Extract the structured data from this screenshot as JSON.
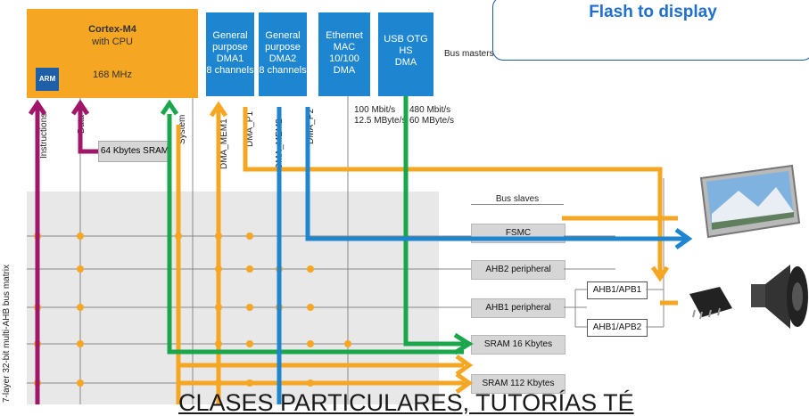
{
  "callout": {
    "title": "Flash to display"
  },
  "cpu": {
    "name": "Cortex-M4",
    "subtitle": "with CPU",
    "freq": "168 MHz",
    "logo": "ARM"
  },
  "masters": [
    {
      "lines": [
        "General",
        "purpose",
        "DMA1",
        "8 channels"
      ]
    },
    {
      "lines": [
        "General",
        "purpose",
        "DMA2",
        "8 channels"
      ]
    },
    {
      "lines": [
        "Ethernet",
        "MAC 10/100",
        "DMA"
      ]
    },
    {
      "lines": [
        "USB OTG",
        "HS",
        "DMA"
      ]
    }
  ],
  "bus_masters_label": "Bus masters",
  "rates": {
    "eth": [
      "100 Mbit/s",
      "12.5 MByte/s"
    ],
    "usb": [
      "480 Mbit/s",
      "60 MByte/s"
    ]
  },
  "bus_labels": [
    "Instructions",
    "Data",
    "System",
    "DMA_MEM1",
    "DMA_P1",
    "DMA_MEM2",
    "DMA_P2"
  ],
  "sram64": "64 Kbytes SRAM",
  "matrix_label": "7-layer 32-bit multi-AHB bus matrix",
  "bus_slaves_title": "Bus slaves",
  "slaves": [
    "FSMC",
    "AHB2 peripheral",
    "AHB1 peripheral",
    "SRAM 16 Kbytes",
    "SRAM 112 Kbytes"
  ],
  "bridges": [
    "AHB1/APB1",
    "AHB1/APB2"
  ],
  "footer": "CLASES PARTICULARES, TUTORÍAS TÉ",
  "colors": {
    "orange": "#f5a623",
    "blue": "#1e86d1",
    "green": "#1aa64a",
    "purple": "#a0176a",
    "callout_text": "#1e6fd0"
  },
  "icons": [
    "display-icon",
    "chip-icon",
    "speaker-icon"
  ]
}
